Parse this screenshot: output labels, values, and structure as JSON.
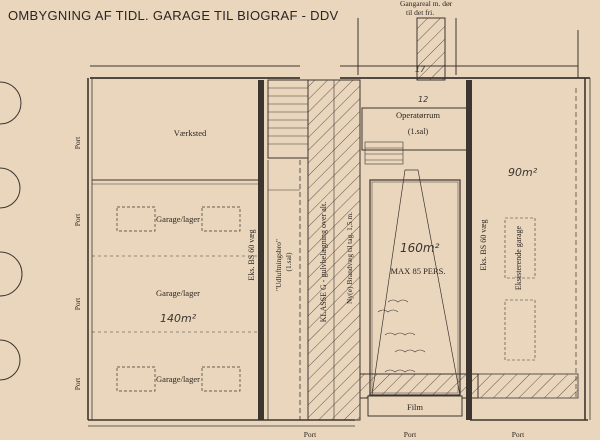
{
  "title": "OMBYGNING AF TIDL. GARAGE TIL BIOGRAF - DDV",
  "note_gangareal_1": "Gangareal m. dør",
  "note_gangareal_2": "til det fri.",
  "rooms": {
    "vaerksted": "Værksted",
    "garage_lager_1": "Garage/lager",
    "garage_lager_2": "Garage/lager",
    "garage_lager_3": "Garage/lager",
    "operatorrum": "Operatørrum",
    "operatorrum_floor": "(1.sal)",
    "cinema_capacity": "MAX 85 PERS.",
    "film": "Film"
  },
  "vertical_labels": {
    "eks_bs60_left": "Eks. BS 60 væg",
    "udluftning": "\"Udluftningsbro\"",
    "udluftning_floor": "(1.sal)",
    "klasse_g": "KLASSE G - gulvbelægning over alt.",
    "ny_vaeg": "Ny(e) Brandvæg til tag. 1,5 m.",
    "eks_bs60_right": "Eks. BS 60 væg",
    "eksisterende_garage": "Eksisterende garage"
  },
  "ports": [
    "Port",
    "Port",
    "Port",
    "Port",
    "Port",
    "Port",
    "Port"
  ],
  "handwritten": {
    "area_left": "140m²",
    "area_cinema": "160m²",
    "area_right": "90m²",
    "door_mark_1": "12",
    "door_mark_2": "17"
  },
  "colors": {
    "paper": "#e9d6bd",
    "ink": "#2b2520",
    "wall": "#3d3530"
  }
}
